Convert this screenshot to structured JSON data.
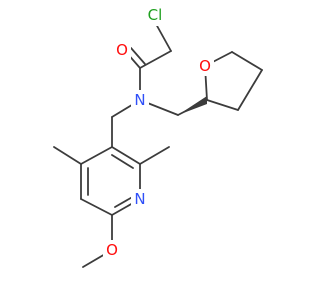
{
  "molecule": {
    "colors": {
      "bond": "#3c3c3c",
      "oxygen": "#ff0d0d",
      "nitrogen": "#3050f8",
      "chlorine": "#1fa01f"
    },
    "atoms": {
      "chlorine": "Cl",
      "carbonyl_oxygen": "O",
      "amide_nitrogen": "N",
      "ring_oxygen": "O",
      "pyridine_nitrogen": "N",
      "methoxy_oxygen": "O"
    }
  }
}
